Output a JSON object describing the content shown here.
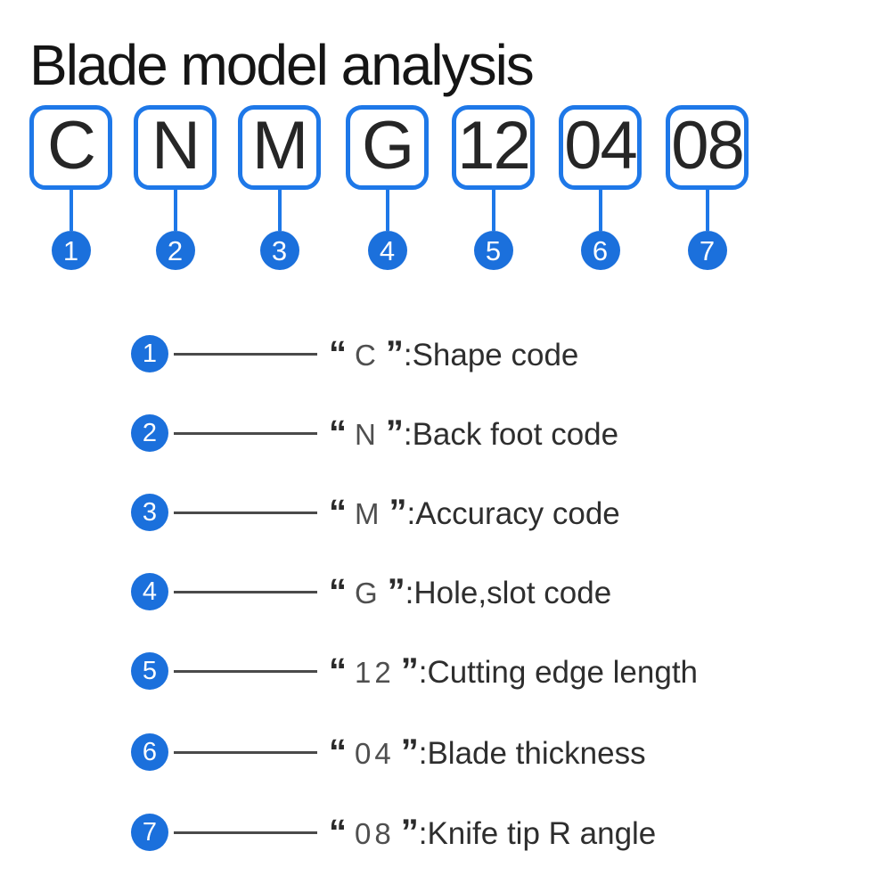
{
  "title": "Blade model analysis",
  "quotes": {
    "open": "“",
    "close": "”"
  },
  "colors": {
    "box_border_blue": "#1e78e8",
    "circle_blue": "#1b70dc",
    "title_text": "#151515",
    "box_text": "#262626",
    "legend_line_gray": "#4a4a4a",
    "legend_text": "#2e2e2e"
  },
  "code_boxes": [
    {
      "code": "C",
      "number": "1"
    },
    {
      "code": "N",
      "number": "2"
    },
    {
      "code": "M",
      "number": "3"
    },
    {
      "code": "G",
      "number": "4"
    },
    {
      "code": "12",
      "number": "5"
    },
    {
      "code": "04",
      "number": "6"
    },
    {
      "code": "08",
      "number": "7"
    }
  ],
  "legend": [
    {
      "number": "1",
      "code": "C",
      "description": ":Shape code"
    },
    {
      "number": "2",
      "code": "N",
      "description": ":Back foot code"
    },
    {
      "number": "3",
      "code": "M",
      "description": ":Accuracy code"
    },
    {
      "number": "4",
      "code": "G",
      "description": ":Hole,slot code"
    },
    {
      "number": "5",
      "code": "12",
      "description": ":Cutting edge length"
    },
    {
      "number": "6",
      "code": "04",
      "description": ":Blade thickness"
    },
    {
      "number": "7",
      "code": "08",
      "description": ":Knife tip R angle"
    }
  ]
}
